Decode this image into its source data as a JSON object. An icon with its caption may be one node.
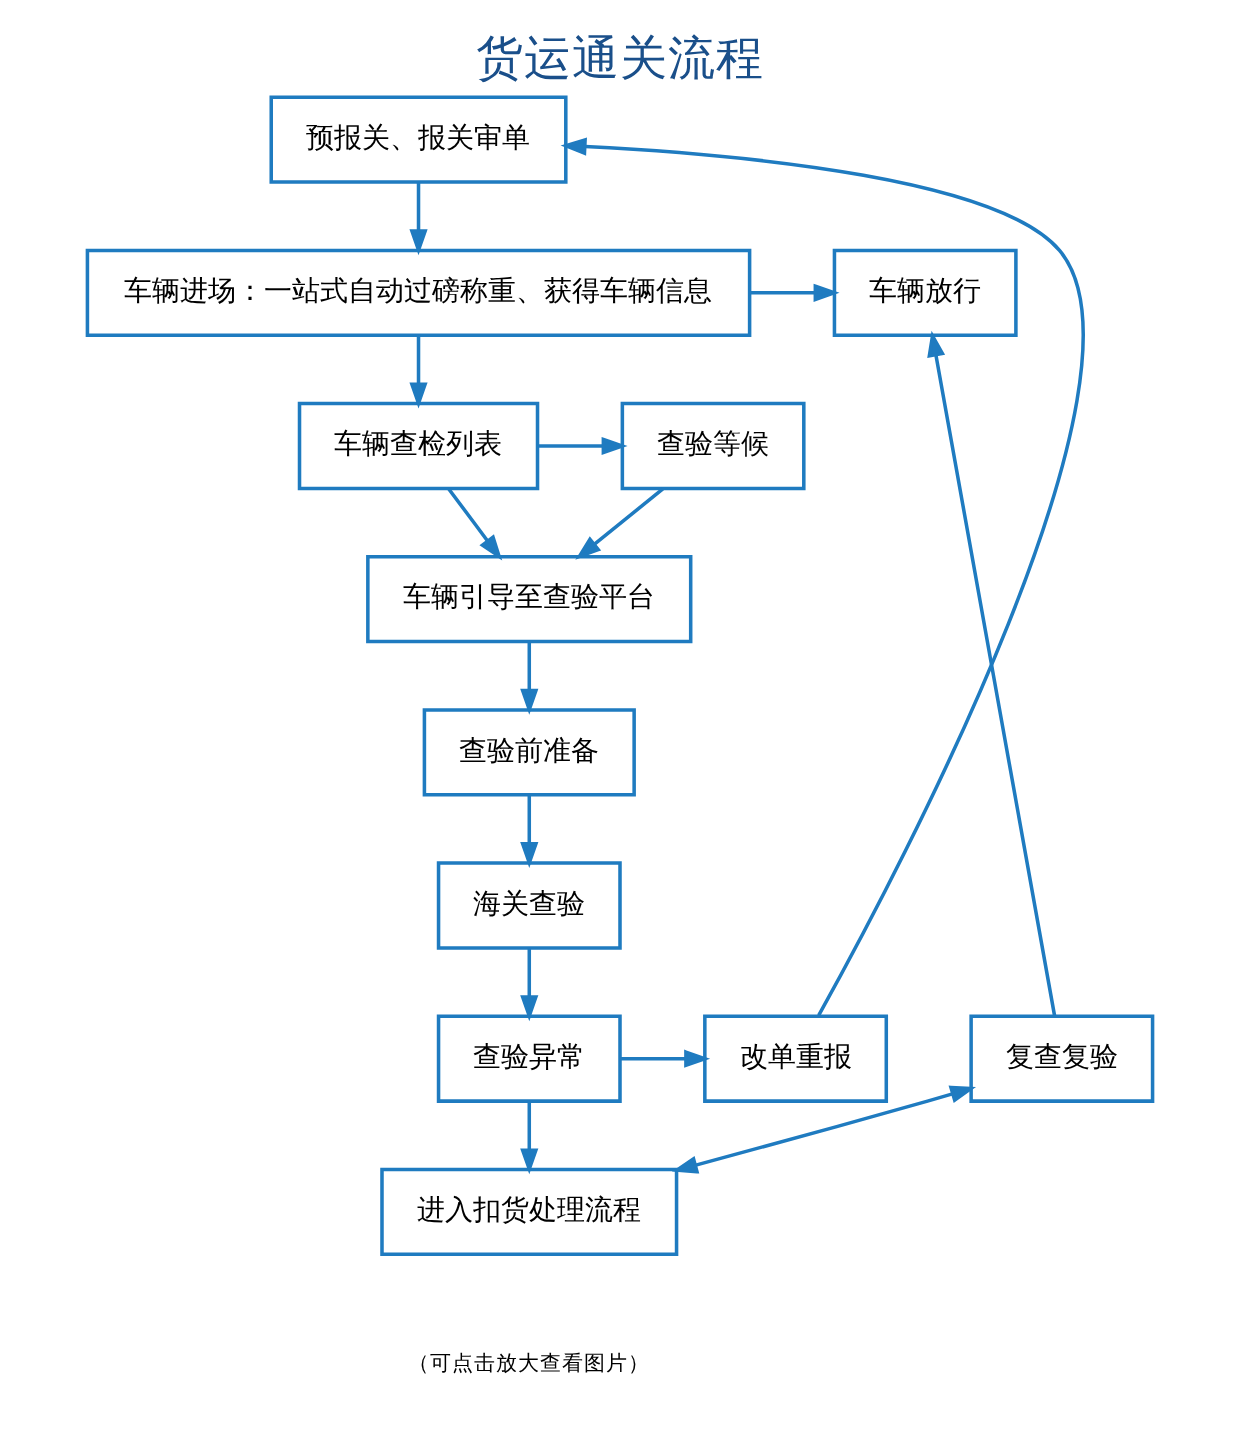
{
  "diagram": {
    "title": "货运通关流程",
    "caption": "（可点击放大查看图片）",
    "nodes": [
      {
        "text": [
          "预报关、报关审单"
        ]
      },
      {
        "text": [
          "车辆放行"
        ]
      },
      {
        "text": [
          "车辆进场：一站式自动过磅称重、获得车辆信息"
        ]
      },
      {
        "text": [
          "车辆查检列表"
        ]
      },
      {
        "text": [
          "查验等候"
        ]
      },
      {
        "text": [
          "车辆引导至查验平台"
        ]
      },
      {
        "text": [
          "查验前准备"
        ]
      },
      {
        "text": [
          "海关查验"
        ]
      },
      {
        "text": [
          "复查复验"
        ]
      },
      {
        "text": [
          "查验异常"
        ]
      },
      {
        "text": [
          "改单重报"
        ]
      },
      {
        "text": [
          "进入扣货处理流程"
        ]
      }
    ],
    "edges": [
      {
        "from": 0,
        "to": 2,
        "arrow": "to"
      },
      {
        "from": 2,
        "to": 1,
        "arrow": "to"
      },
      {
        "from": 2,
        "to": 3,
        "arrow": "to"
      },
      {
        "from": 3,
        "to": 5,
        "arrow": "to"
      },
      {
        "from": 3,
        "to": 4,
        "arrow": "to"
      },
      {
        "from": 4,
        "to": 5,
        "arrow": "to"
      },
      {
        "from": 5,
        "to": 6,
        "arrow": "to"
      },
      {
        "from": 6,
        "to": 7,
        "arrow": "to"
      },
      {
        "from": 7,
        "to": 9,
        "arrow": "to"
      },
      {
        "from": 9,
        "to": 10,
        "arrow": "to"
      },
      {
        "from": 10,
        "to": 0,
        "arrow": "to"
      },
      {
        "from": 9,
        "to": 11,
        "arrow": "to"
      },
      {
        "from": 11,
        "to": 8,
        "arrow": "both"
      },
      {
        "from": 8,
        "to": 1,
        "arrow": "to"
      }
    ]
  }
}
